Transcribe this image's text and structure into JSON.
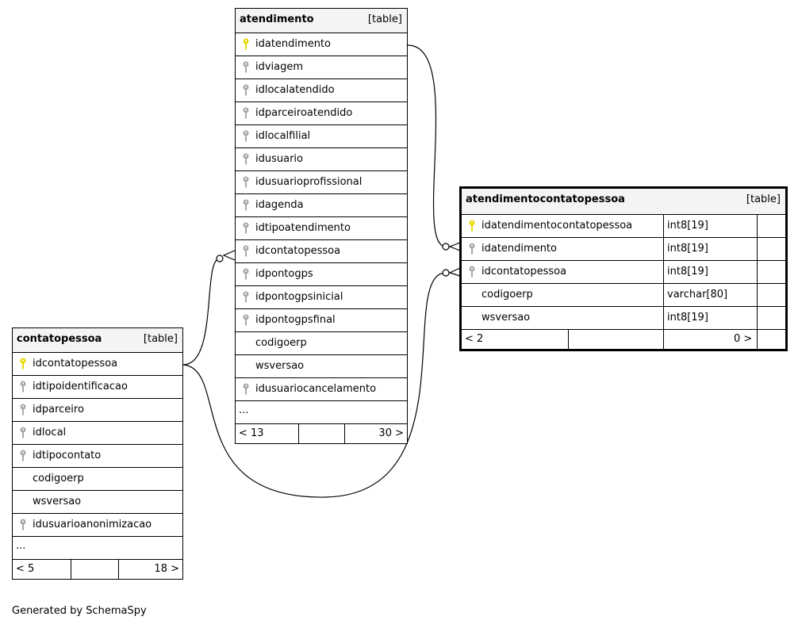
{
  "tables": {
    "atendimento": {
      "name": "atendimento",
      "kind": "[table]",
      "columns": [
        {
          "name": "idatendimento",
          "key": "primary"
        },
        {
          "name": "idviagem",
          "key": "foreign"
        },
        {
          "name": "idlocalatendido",
          "key": "foreign"
        },
        {
          "name": "idparceiroatendido",
          "key": "foreign"
        },
        {
          "name": "idlocalfilial",
          "key": "foreign"
        },
        {
          "name": "idusuario",
          "key": "foreign"
        },
        {
          "name": "idusuarioprofissional",
          "key": "foreign"
        },
        {
          "name": "idagenda",
          "key": "foreign"
        },
        {
          "name": "idtipoatendimento",
          "key": "foreign"
        },
        {
          "name": "idcontatopessoa",
          "key": "foreign"
        },
        {
          "name": "idpontogps",
          "key": "foreign"
        },
        {
          "name": "idpontogpsinicial",
          "key": "foreign"
        },
        {
          "name": "idpontogpsfinal",
          "key": "foreign"
        },
        {
          "name": "codigoerp",
          "key": "none"
        },
        {
          "name": "wsversao",
          "key": "none"
        },
        {
          "name": "idusuariocancelamento",
          "key": "foreign"
        }
      ],
      "more": "...",
      "footer": {
        "parents": "< 13",
        "children": "30 >"
      }
    },
    "contatopessoa": {
      "name": "contatopessoa",
      "kind": "[table]",
      "columns": [
        {
          "name": "idcontatopessoa",
          "key": "primary"
        },
        {
          "name": "idtipoidentificacao",
          "key": "foreign"
        },
        {
          "name": "idparceiro",
          "key": "foreign"
        },
        {
          "name": "idlocal",
          "key": "foreign"
        },
        {
          "name": "idtipocontato",
          "key": "foreign"
        },
        {
          "name": "codigoerp",
          "key": "none"
        },
        {
          "name": "wsversao",
          "key": "none"
        },
        {
          "name": "idusuarioanonimizacao",
          "key": "foreign"
        }
      ],
      "more": "...",
      "footer": {
        "parents": "< 5",
        "children": "18 >"
      }
    },
    "atendimentocontatopessoa": {
      "name": "atendimentocontatopessoa",
      "kind": "[table]",
      "columns": [
        {
          "name": "idatendimentocontatopessoa",
          "key": "primary",
          "type": "int8[19]"
        },
        {
          "name": "idatendimento",
          "key": "foreign",
          "type": "int8[19]"
        },
        {
          "name": "idcontatopessoa",
          "key": "foreign",
          "type": "int8[19]"
        },
        {
          "name": "codigoerp",
          "key": "none",
          "type": "varchar[80]"
        },
        {
          "name": "wsversao",
          "key": "none",
          "type": "int8[19]"
        }
      ],
      "footer": {
        "parents": "< 2",
        "children": "0 >"
      }
    }
  },
  "caption": "Generated by SchemaSpy",
  "colors": {
    "primary_key": "#e8d800",
    "foreign_key": "#a8a8a8",
    "header_bg": "#f4f4f4",
    "line": "#000000"
  }
}
